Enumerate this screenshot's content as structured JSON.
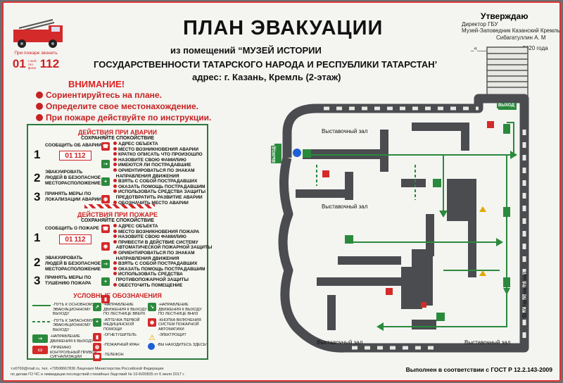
{
  "header": {
    "title": "ПЛАН ЭВАКУАЦИИ",
    "line1": "из помещений “МУЗЕЙ ИСТОРИИ",
    "line2": "ГОСУДАРСТВЕННОСТИ ТАТАРСКОГО НАРОДА И РЕСПУБЛИКИ ТАТАРСТАН’",
    "line3": "адрес: г. Казань, Кремль (2-этаж)"
  },
  "approval": {
    "heading": "Утверждаю",
    "l1": "Директор ГБУ",
    "l2": "Музей-Заповедник Казанский Кремль",
    "l3": "Сибагатуллин А. М",
    "l4": "_«___»__________ 2020 года"
  },
  "firetruck": {
    "caption": "При пожаре звонить",
    "n1": "01",
    "mid": "с моб. тел. фона",
    "n2": "112"
  },
  "attention": {
    "heading": "ВНИМАНИЕ!",
    "items": [
      "Сориентируйтесь на плане.",
      "Определите свое местонахождение.",
      "При пожаре действуйте по инструкции."
    ]
  },
  "accident": {
    "heading": "ДЕЙСТВИЯ ПРИ АВАРИИ",
    "sub": "СОХРАНЯЙТЕ СПОКОЙСТВИЕ",
    "steps": [
      {
        "n": "1",
        "text": "СООБЩИТЬ ОБ АВАРИИ"
      },
      {
        "n": "2",
        "text": "ЭВАКУИРОВАТЬ\nЛЮДЕЙ В БЕЗОПАСНОЕ\nМЕСТОРАСПОЛОЖЕНИЕ"
      },
      {
        "n": "3",
        "text": "ПРИНЯТЬ МЕРЫ ПО\nЛОКАЛИЗАЦИИ АВАРИИ"
      }
    ],
    "actions": [
      "АДРЕС ОБЪЕКТА",
      "МЕСТО ВОЗНИКНОВЕНИЯ АВАРИИ",
      "КРАТКО ОПИСАТЬ ЧТО ПРОИЗОШЛО",
      "НАЗОВИТЕ СВОЮ ФАМИЛИЮ",
      "ИМЕЮТСЯ ЛИ ПОСТРАДАВШИЕ",
      "ОРИЕНТИРОВАТЬСЯ ПО ЗНАКАМ",
      "НАПРАВЛЕНИЯ ДВИЖЕНИЯ",
      "ВЗЯТЬ С СОБОЙ ПОСТРАДАВШИХ",
      "ОКАЗАТЬ ПОМОЩЬ ПОСТРАДАВШИМ",
      "ИСПОЛЬЗОВАТЬ СРЕДСТВА ЗАЩИТЫ",
      "ПРЕДОТВРАТИТЬ РАЗВИТИЕ АВАРИИ",
      "ОБОЗНАЧИТЬ МЕСТО АВАРИИ"
    ]
  },
  "fire": {
    "heading": "ДЕЙСТВИЯ ПРИ ПОЖАРЕ",
    "sub": "СОХРАНЯЙТЕ СПОКОЙСТВИЕ",
    "steps": [
      {
        "n": "1",
        "text": "СООБЩИТЬ О ПОЖАРЕ"
      },
      {
        "n": "2",
        "text": "ЭВАКУИРОВАТЬ\nЛЮДЕЙ В БЕЗОПАСНОЕ\nМЕСТОРАСПОЛОЖЕНИЕ"
      },
      {
        "n": "3",
        "text": "ПРИНЯТЬ МЕРЫ ПО\nТУШЕНИЮ ПОЖАРА"
      }
    ],
    "actions": [
      "АДРЕС ОБЪЕКТА",
      "МЕСТО ВОЗНИКНОВЕНИЯ ПОЖАРА",
      "НАЗОВИТЕ СВОЮ ФАМИЛИЮ",
      "ПРИВЕСТИ В ДЕЙСТВИЕ СИСТЕМУ",
      "АВТОМАТИЧЕСКОЙ ПОЖАРНОЙ ЗАЩИТЫ",
      "ОРИЕНТИРОВАТЬСЯ ПО ЗНАКАМ",
      "НАПРАВЛЕНИЯ ДВИЖЕНИЯ",
      "ВЗЯТЬ С СОБОЙ ПОСТРАДАВШИХ",
      "ОКАЗАТЬ ПОМОЩЬ ПОСТРАДАВШИМ",
      "ИСПОЛЬЗОВАТЬ СРЕДСТВА",
      "ПРОТИВОПОЖАРНОЙ ЗАЩИТЫ",
      "ОБЕСТОЧИТЬ ПОМЕЩЕНИЕ"
    ]
  },
  "legend": {
    "heading": "УСЛОВНЫЕ ОБОЗНАЧЕНИЯ",
    "col1": [
      "-ПУТЬ К ОСНОВНОМУ\nЭВАКУАЦИОННОМУ\nВЫХОДУ",
      "-ПУТЬ К ЗАПАСНОМУ\nЭВАКУАЦИОННОМУ\nВЫХОДУ",
      "-НАПРАВЛЕНИЕ\nДВИЖЕНИЯ К ВЫХОДУ",
      "-ПРИЕМНО\nКОНТРОЛЬНЫЙ ПРИБОР\nСИГНАЛИЗАЦИИ"
    ],
    "col2": [
      "-НАПРАВЛЕНИЕ\nДВИЖЕНИЯ К ВЫХОДУ\nПО ЛЕСТНИЦЕ ВВЕРХ",
      "-АПТЕЧКА ПЕРВОЙ\nМЕДИЦИНСКОЙ\nПОМОЩИ",
      "-ОГНЕТУШИТЕЛЬ",
      "-ПОЖАРНЫЙ КРАН",
      "-ТЕЛЕФОН"
    ],
    "col3": [
      "-НАПРАВЛЕНИЕ\nДВИЖЕНИЯ К ВЫХОДУ\nПО ЛЕСТНИЦЕ ВНИЗ",
      "-КНОПКА ВКЛЮЧЕНИЯ\nСИСТЕМ ПОЖАРНОЙ\nАВТОМАТИКИ",
      "-ЭЛЕКТРОЩИТ",
      "-ВЫ НАХОДИТЕСЬ ЗДЕСЬ!"
    ]
  },
  "footer": {
    "l1": "т.о0769@mail.ru. тел. +79508667836 Лицензия Министерства Российской Федерации",
    "l2": "по делам ГО ЧС и ликвидации последствий стихийных бедствий № 16-Б/00835 от 6 июля 2017 г.",
    "gost": "Выполнен в соответствии с ГОСТ Р 12.2.143-2009"
  },
  "plan": {
    "exit_label": "ВЫХОД",
    "rooms": [
      "Выставочный зал",
      "Выставочный зал",
      "Выставочный зал",
      "Выставочный зал",
      "Выставочный зал"
    ]
  },
  "colors": {
    "frame": "#dd3333",
    "green": "#2a8a3c",
    "red": "#d42a2a",
    "wall": "#4a4c50"
  }
}
